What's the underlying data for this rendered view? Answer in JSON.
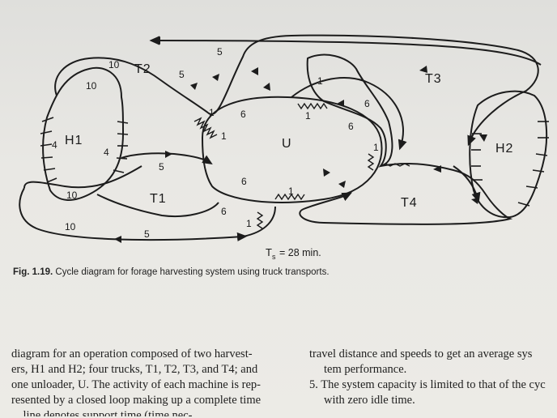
{
  "figure": {
    "labels": {
      "H1": "H1",
      "H2": "H2",
      "T1": "T1",
      "T2": "T2",
      "T3": "T3",
      "T4": "T4",
      "U": "U"
    },
    "numbers": {
      "n5_top": "5",
      "n10_t2a": "10",
      "n10_t2b": "10",
      "n5_t2": "5",
      "n4_h1a": "4",
      "n4_h1b": "4",
      "n10_t1a": "10",
      "n10_t1b": "10",
      "n5_t1a": "5",
      "n5_t1b": "5",
      "n6_ua": "6",
      "n6_ub": "6",
      "n6_uc": "6",
      "n6_ud": "6",
      "n6_ue": "6",
      "n1_a": "1",
      "n1_b": "1",
      "n1_c": "1",
      "n1_d": "1",
      "n1_e": "1",
      "n1_f": "1",
      "n1_g": "1"
    },
    "cycle_time": {
      "symbol": "T",
      "subscript": "s",
      "value": "= 28 min."
    }
  },
  "caption": {
    "number": "Fig. 1.19.",
    "text": "Cycle diagram for forage harvesting system using truck transports."
  },
  "body_left": [
    "diagram for an operation composed of two harvest-",
    "ers, H1 and H2; four trucks, T1, T2, T3, and T4; and",
    "one unloader, U. The activity of each machine is rep-",
    "resented by a closed loop making up a complete time",
    "... line denotes support time (time nec-"
  ],
  "body_right": [
    "travel distance and speeds to get an average sys",
    "tem performance.",
    "5. The system capacity is limited to that of the cyc",
    "with zero idle time."
  ],
  "colors": {
    "ink": "#1c1c1c",
    "paper": "#e8e7e2"
  }
}
